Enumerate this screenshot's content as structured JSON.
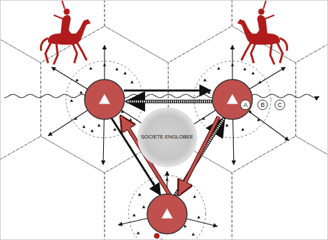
{
  "diagram": {
    "nodes": [
      {
        "text": [
          "SOCIETE ENGLOBEE"
        ]
      },
      {
        "text": [
          "A"
        ]
      },
      {
        "text": [
          "B"
        ]
      },
      {
        "text": [
          "C"
        ]
      }
    ]
  }
}
